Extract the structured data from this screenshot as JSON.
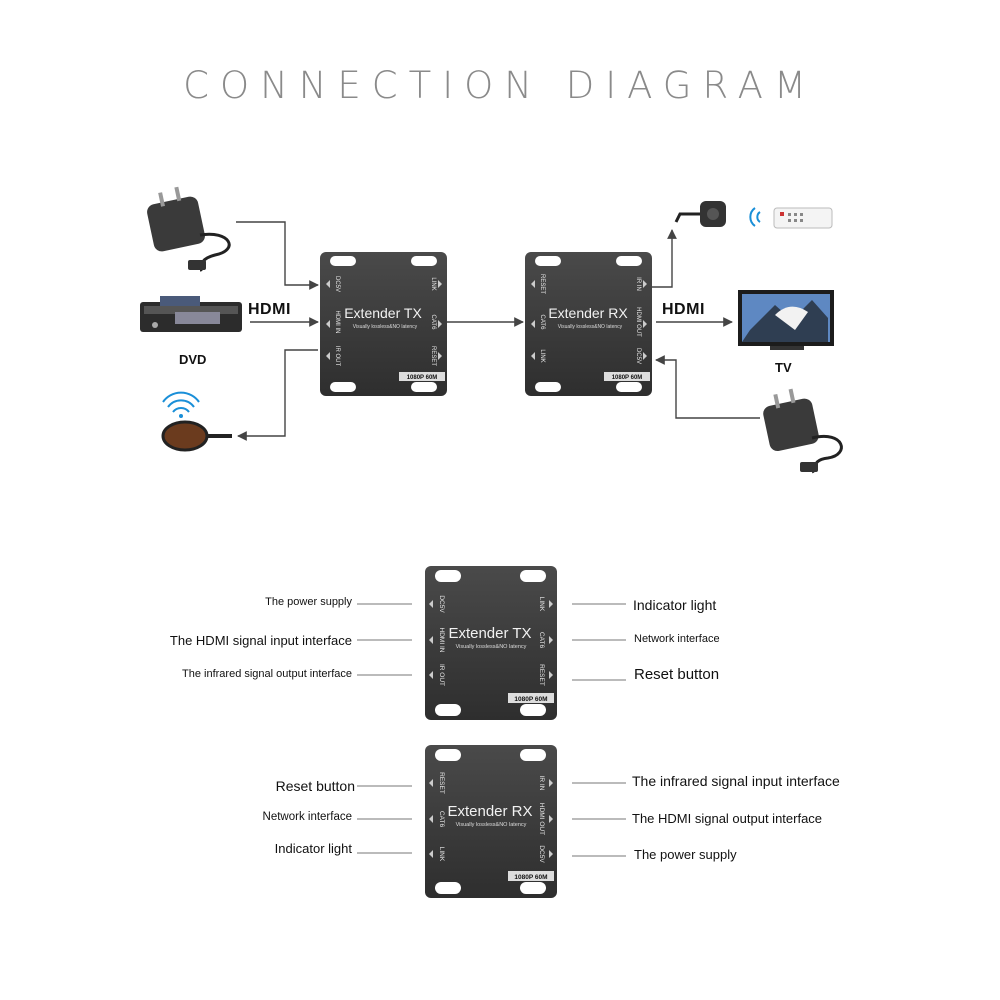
{
  "title": "CONNECTION DIAGRAM",
  "top": {
    "hdmi_left": "HDMI",
    "hdmi_right": "HDMI",
    "dvd_label": "DVD",
    "tv_label": "TV"
  },
  "tx": {
    "name": "Extender TX",
    "subtitle": "Visually lossless&NO latency",
    "badge": "1080P 60M",
    "ports_left": [
      "DC5V",
      "HDMI IN",
      "IR OUT"
    ],
    "ports_right": [
      "LINK",
      "CAT6",
      "RESET"
    ]
  },
  "rx": {
    "name": "Extender RX",
    "subtitle": "Visually lossless&NO latency",
    "badge": "1080P 60M",
    "ports_left": [
      "RESET",
      "CAT6",
      "LINK"
    ],
    "ports_right": [
      "IR IN",
      "HDMI OUT",
      "DC5V"
    ]
  },
  "tx_labels": {
    "power": "The power supply",
    "hdmi_in": "The HDMI signal input interface",
    "ir_out": "The infrared signal output interface",
    "indicator": "Indicator light",
    "network": "Network interface",
    "reset": "Reset button"
  },
  "rx_labels": {
    "reset": "Reset button",
    "network": "Network interface",
    "indicator": "Indicator light",
    "ir_in": "The infrared signal input interface",
    "hdmi_out": "The HDMI signal output interface",
    "power": "The power supply"
  },
  "colors": {
    "device": "#3c3c3c",
    "device_dark": "#2a2a2a",
    "text_light": "#f2f2f2",
    "line": "#555555"
  }
}
